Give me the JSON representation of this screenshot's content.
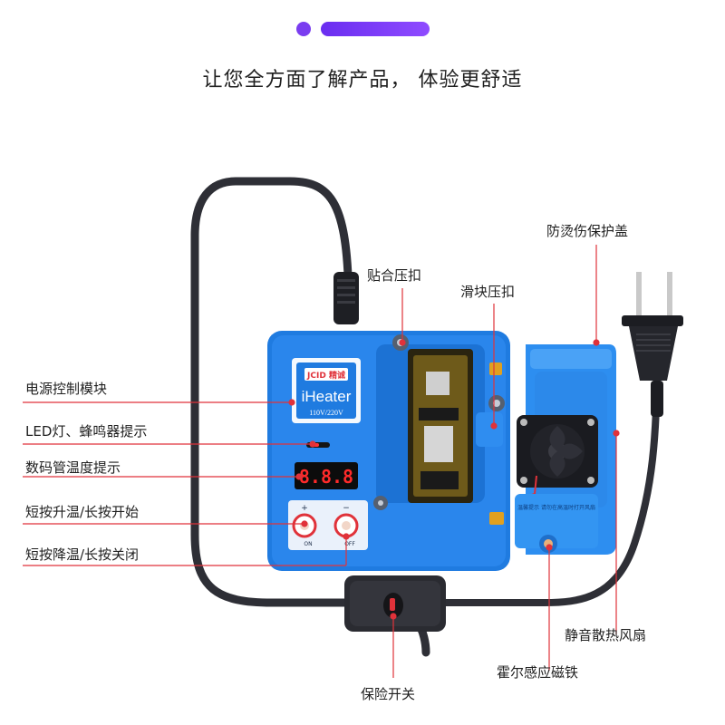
{
  "headline": "让您全方面了解产品， 体验更舒适",
  "callouts": {
    "power_module": "电源控制模块",
    "led_buzzer": "LED灯、蜂鸣器提示",
    "digital_tube": "数码管温度提示",
    "short_up": "短按升温/长按开始",
    "short_down": "短按降温/长按关闭",
    "clamp": "贴合压扣",
    "slider_clamp": "滑块压扣",
    "cover": "防烫伤保护盖",
    "fan": "静音散热风扇",
    "hall_magnet": "霍尔感应磁铁",
    "safety_switch": "保险开关"
  },
  "device": {
    "brand": "JCID 精诚",
    "product": "iHeater",
    "voltage": "110V/220V",
    "display_value": "8.8.8",
    "plus_symbol": "+",
    "minus_symbol": "−",
    "btn_on": "ON",
    "btn_off": "OFF",
    "cover_note": "温馨提示 请勿在高温时打开风扇"
  },
  "colors": {
    "accent_purple": "#7a3df0",
    "callout_line": "#e0323a",
    "device_blue": "#1f7be0",
    "display_red": "#ff2a2a"
  }
}
